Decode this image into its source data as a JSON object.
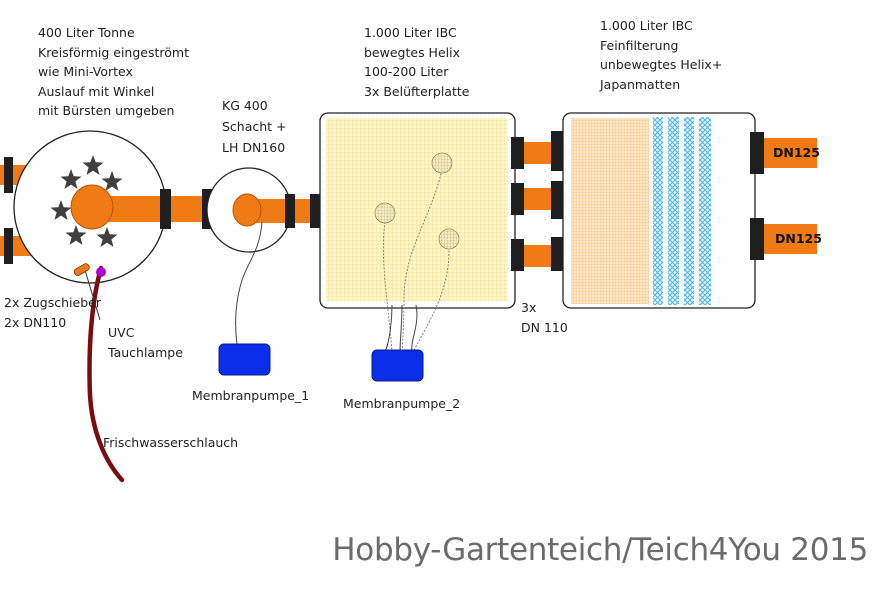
{
  "labels": {
    "tonne": [
      "400 Liter Tonne",
      "Kreisförmig eingeströmt",
      "wie Mini-Vortex",
      "Auslauf mit Winkel",
      "mit Bürsten umgeben"
    ],
    "kg": [
      "KG 400",
      "Schacht +",
      "LH DN160"
    ],
    "ibc1": [
      "1.000 Liter IBC",
      "bewegtes Helix",
      "100-200 Liter",
      "3x Belüfterplatte"
    ],
    "ibc2": [
      "1.000 Liter IBC",
      "Feinfilterung",
      "unbewegtes Helix+",
      "Japanmatten"
    ],
    "zugschieber": [
      "2x Zugschieber",
      "2x DN110"
    ],
    "uvc": [
      "UVC",
      "Tauchlampe"
    ],
    "dn110": [
      "3x",
      "DN 110"
    ],
    "pump1": "Membranpumpe_1",
    "pump2": "Membranpumpe_2",
    "schlauch": "Frischwasserschlauch",
    "dn125_top": "DN125",
    "dn125_bottom": "DN125"
  },
  "watermark": "Hobby-Gartenteich/Teich4You 2015",
  "colors": {
    "pipe": "#f07a14",
    "fitting": "#1f1f1f",
    "pump": "#0a2ee8",
    "hose": "#7a0d0d",
    "uvc": "#b000d0",
    "star": "#3f3f3f",
    "helix_fill": "#fdf1b8",
    "mat_fill": "#fbd9b0",
    "japan_mat": "#59b8e6"
  }
}
